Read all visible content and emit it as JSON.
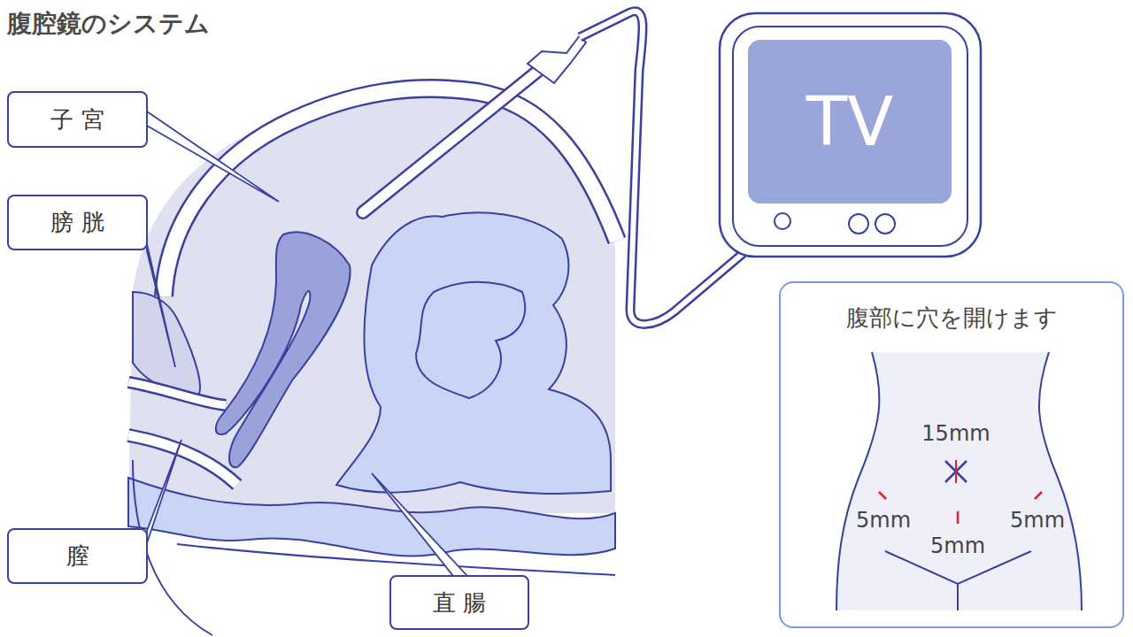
{
  "diagram": {
    "title": "腹腔鏡のシステム",
    "nodes": [
      {
        "text": [
          "子 宮"
        ]
      },
      {
        "text": [
          "膀 胱"
        ]
      },
      {
        "text": [
          "膣"
        ]
      },
      {
        "text": [
          "直 腸"
        ]
      },
      {
        "text": [
          "TV"
        ]
      },
      {
        "text": [
          "腹部に穴を開けます"
        ]
      }
    ],
    "labels": [
      "15mm",
      "5mm",
      "5mm",
      "5mm"
    ]
  }
}
